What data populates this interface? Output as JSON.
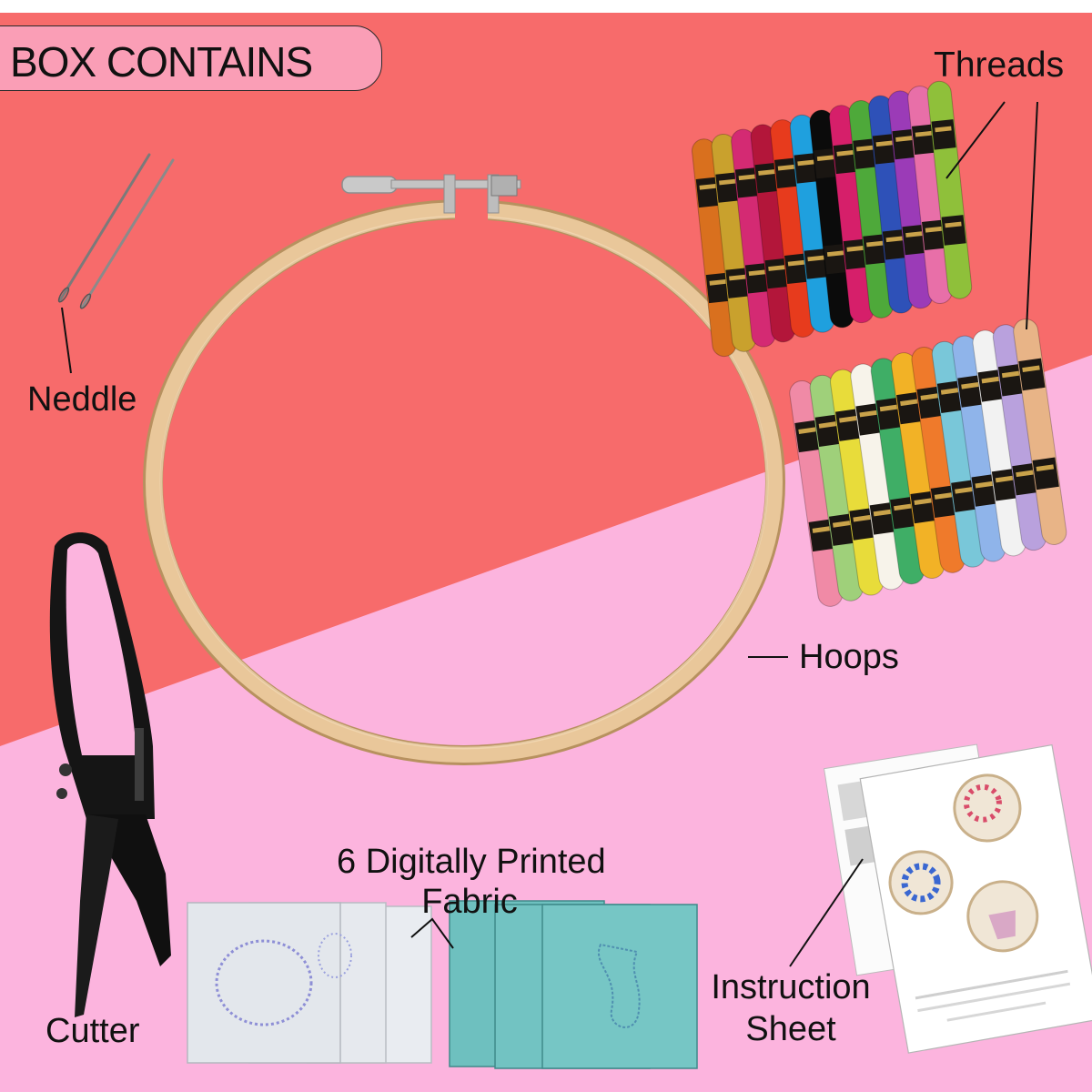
{
  "header": {
    "title": "BOX CONTAINS"
  },
  "labels": {
    "threads": "Threads",
    "needle": "Neddle",
    "hoops": "Hoops",
    "fabric_line1": "6 Digitally Printed",
    "fabric_line2": "Fabric",
    "instruction_line1": "Instruction",
    "instruction_line2": "Sheet",
    "cutter": "Cutter"
  },
  "colors": {
    "coral": "#f76b6b",
    "pink": "#fcb4de",
    "badge": "#fa9eb6",
    "hoop_wood": "#e9c79a",
    "fabric_white": "#e6e9ee",
    "fabric_teal": "#72c3c2"
  },
  "threads": {
    "top_row": [
      "#d9701e",
      "#c9a12d",
      "#d42a73",
      "#b3163a",
      "#e73b1d",
      "#1fa0de",
      "#0b0b0b",
      "#d61f6a",
      "#4ea93a",
      "#2e51b8",
      "#9b3bb7",
      "#e86fa8",
      "#8fc03a"
    ],
    "bottom_row": [
      "#f08aa6",
      "#9fd07a",
      "#e8dc3a",
      "#f7f3ea",
      "#3fae66",
      "#f2b226",
      "#ef7a2b",
      "#79c7d9",
      "#8fb4ea",
      "#f2f2f2",
      "#b9a1dd",
      "#e8b487"
    ]
  }
}
